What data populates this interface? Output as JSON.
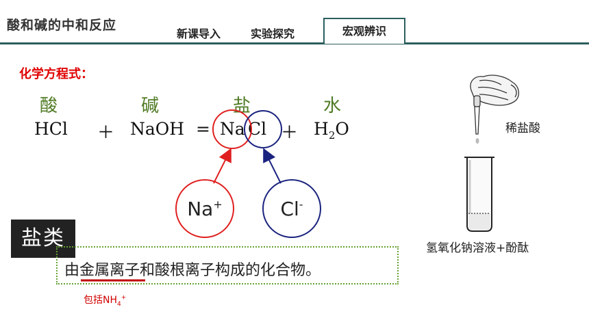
{
  "header": {
    "title": "酸和碱的中和反应",
    "tabs": [
      {
        "label": "新课导入",
        "active": false
      },
      {
        "label": "实验探究",
        "active": false
      },
      {
        "label": "宏观辨识",
        "active": true
      }
    ],
    "accent_color": "#2c5e5e"
  },
  "equation": {
    "section_label": "化学方程式：",
    "words": [
      "酸",
      "碱",
      "盐",
      "水"
    ],
    "acid": "HCl",
    "plus": "＋",
    "base": "NaOH",
    "equals": "=",
    "salt_na": "Na",
    "salt_cl": "Cl",
    "water_h": "H",
    "water_sub": "2",
    "water_o": "O",
    "colors": {
      "word": "#4f7a23",
      "cation": "#e02020",
      "anion": "#1a237e"
    }
  },
  "ions": {
    "cation": {
      "symbol": "Na",
      "charge": "+"
    },
    "anion": {
      "symbol": "Cl",
      "charge": "-"
    }
  },
  "definition": {
    "tag": "盐类",
    "text_before": "由",
    "text_underlined": "金属离子",
    "text_after": "和酸根离子构成的化合物。",
    "note_prefix": "包括NH",
    "note_sub": "4",
    "note_sup": "+"
  },
  "apparatus": {
    "dropper_label": "稀盐酸",
    "tube_label": "氢氧化钠溶液+酚酞"
  }
}
